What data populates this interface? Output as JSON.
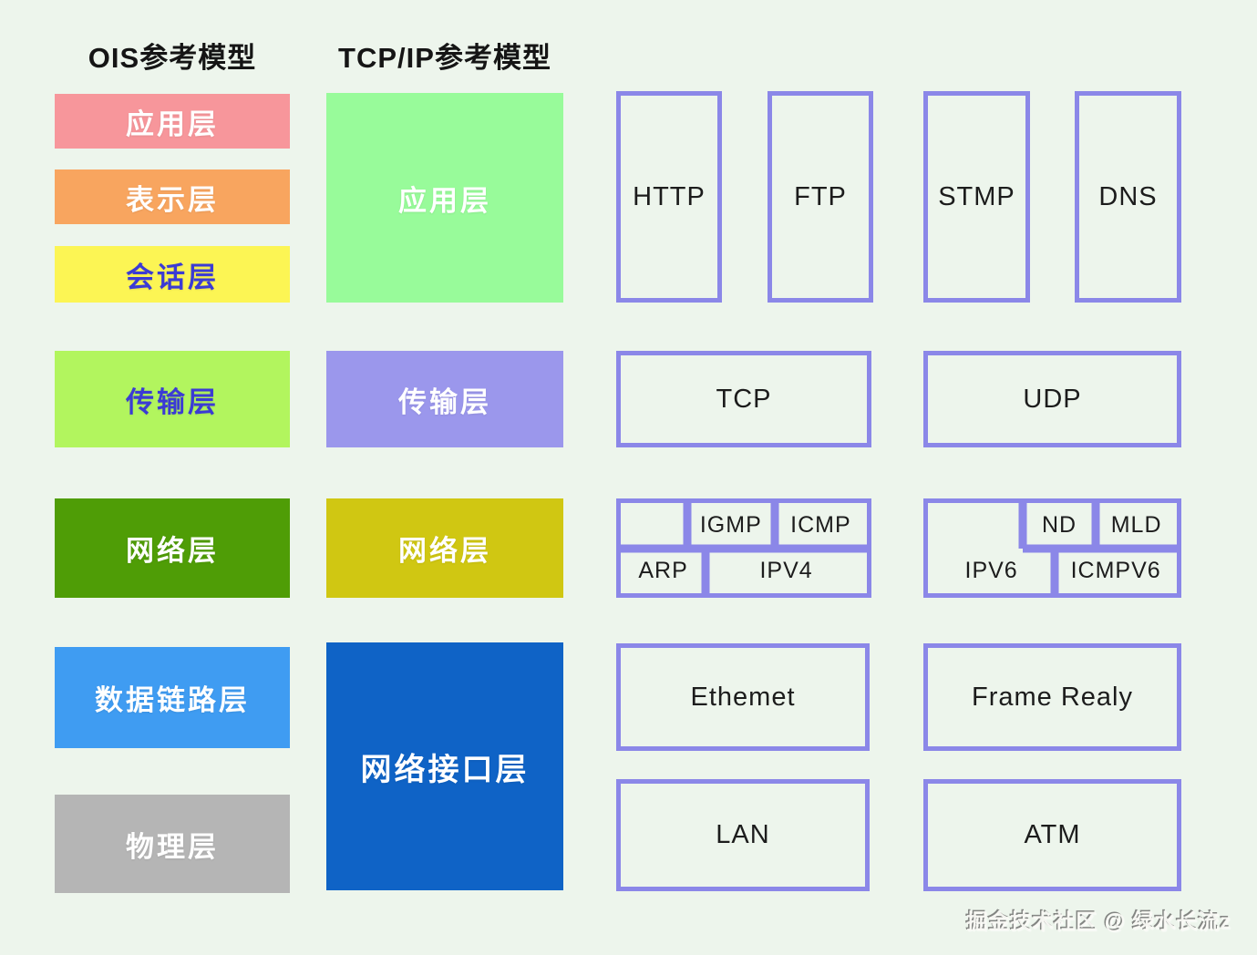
{
  "headings": {
    "osi": "OIS参考模型",
    "tcpip": "TCP/IP参考模型"
  },
  "colors": {
    "page_background": "#edf5ec",
    "protocol_border": "#8b87e8",
    "protocol_text": "#1c1c1c",
    "heading_text": "#151515",
    "blue_label_text": "#3b3bd4",
    "white_label_text": "#ffffff"
  },
  "osi_layers": [
    {
      "label": "应用层",
      "bg": "#f7969b",
      "fg": "#ffffff"
    },
    {
      "label": "表示层",
      "bg": "#f8a55f",
      "fg": "#ffffff"
    },
    {
      "label": "会话层",
      "bg": "#fcf554",
      "fg": "#3b3bd4"
    },
    {
      "label": "传输层",
      "bg": "#b2f55e",
      "fg": "#3b3bd4"
    },
    {
      "label": "网络层",
      "bg": "#4f9d06",
      "fg": "#ffffff"
    },
    {
      "label": "数据链路层",
      "bg": "#3f9cf2",
      "fg": "#ffffff"
    },
    {
      "label": "物理层",
      "bg": "#b5b5b5",
      "fg": "#ffffff"
    }
  ],
  "tcpip_layers": [
    {
      "label": "应用层",
      "bg": "#98fb9a",
      "fg": "#ffffff"
    },
    {
      "label": "传输层",
      "bg": "#9b97ec",
      "fg": "#ffffff"
    },
    {
      "label": "网络层",
      "bg": "#d0c712",
      "fg": "#ffffff"
    },
    {
      "label": "网络接口层",
      "bg": "#0f63c6",
      "fg": "#ffffff"
    }
  ],
  "protocols": {
    "application": [
      "HTTP",
      "FTP",
      "STMP",
      "DNS"
    ],
    "transport": [
      "TCP",
      "UDP"
    ],
    "network_left": {
      "top": [
        "IGMP",
        "ICMP"
      ],
      "bottom": [
        "ARP",
        "IPV4"
      ]
    },
    "network_right": {
      "top": [
        "ND",
        "MLD"
      ],
      "bottom": [
        "IPV6",
        "ICMPV6"
      ]
    },
    "link_row1": [
      "Ethemet",
      "Frame Realy"
    ],
    "link_row2": [
      "LAN",
      "ATM"
    ]
  },
  "watermark": "掘金技术社区 @ 绿水长流z"
}
